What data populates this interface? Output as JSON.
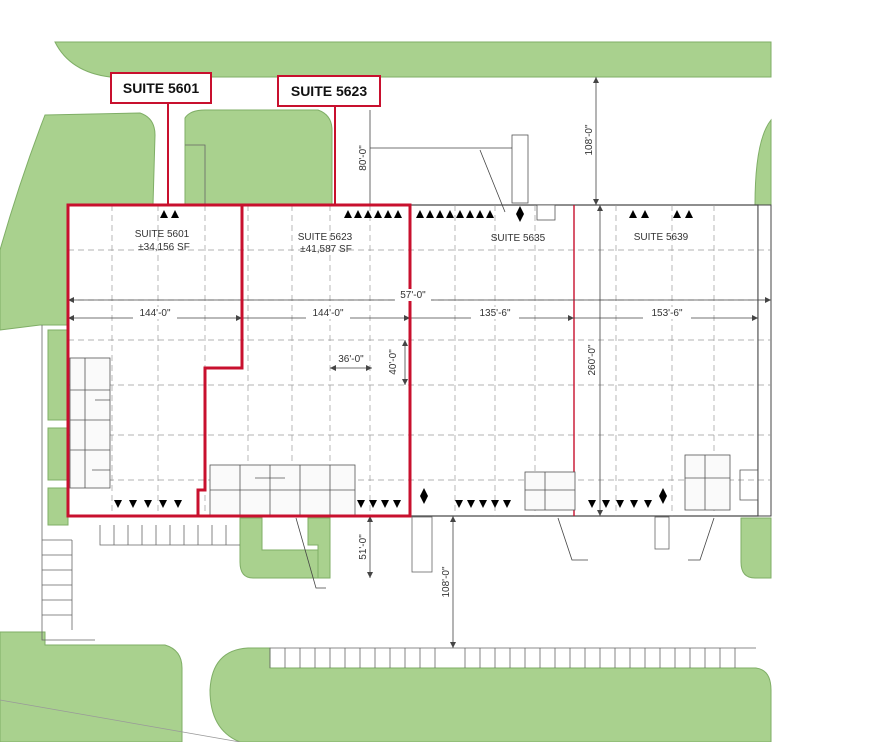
{
  "callouts": {
    "suite_5601": "SUITE 5601",
    "suite_5623": "SUITE 5623"
  },
  "suites": {
    "s5601": {
      "name": "SUITE 5601",
      "area": "±34,156 SF"
    },
    "s5623": {
      "name": "SUITE 5623",
      "area": "±41,587 SF"
    },
    "s5635": {
      "name": "SUITE 5635"
    },
    "s5639": {
      "name": "SUITE 5639"
    }
  },
  "dimensions": {
    "top_setback": "108'-0\"",
    "callout_setback": "80'-0\"",
    "overall_width": "57'-0\"",
    "w_5601": "144'-0\"",
    "w_5623": "144'-0\"",
    "w_5635": "135'-6\"",
    "w_5639": "153'-6\"",
    "bay_width": "36'-0\"",
    "bay_depth": "40'-0\"",
    "building_depth": "260'-0\"",
    "front_setback": "51'-0\"",
    "bottom_setback": "108'-0\""
  },
  "colors": {
    "highlight": "#c8102e",
    "landscape": "#a9d18e",
    "landscape_stroke": "#7fae66",
    "linework": "#4a4a4a"
  }
}
